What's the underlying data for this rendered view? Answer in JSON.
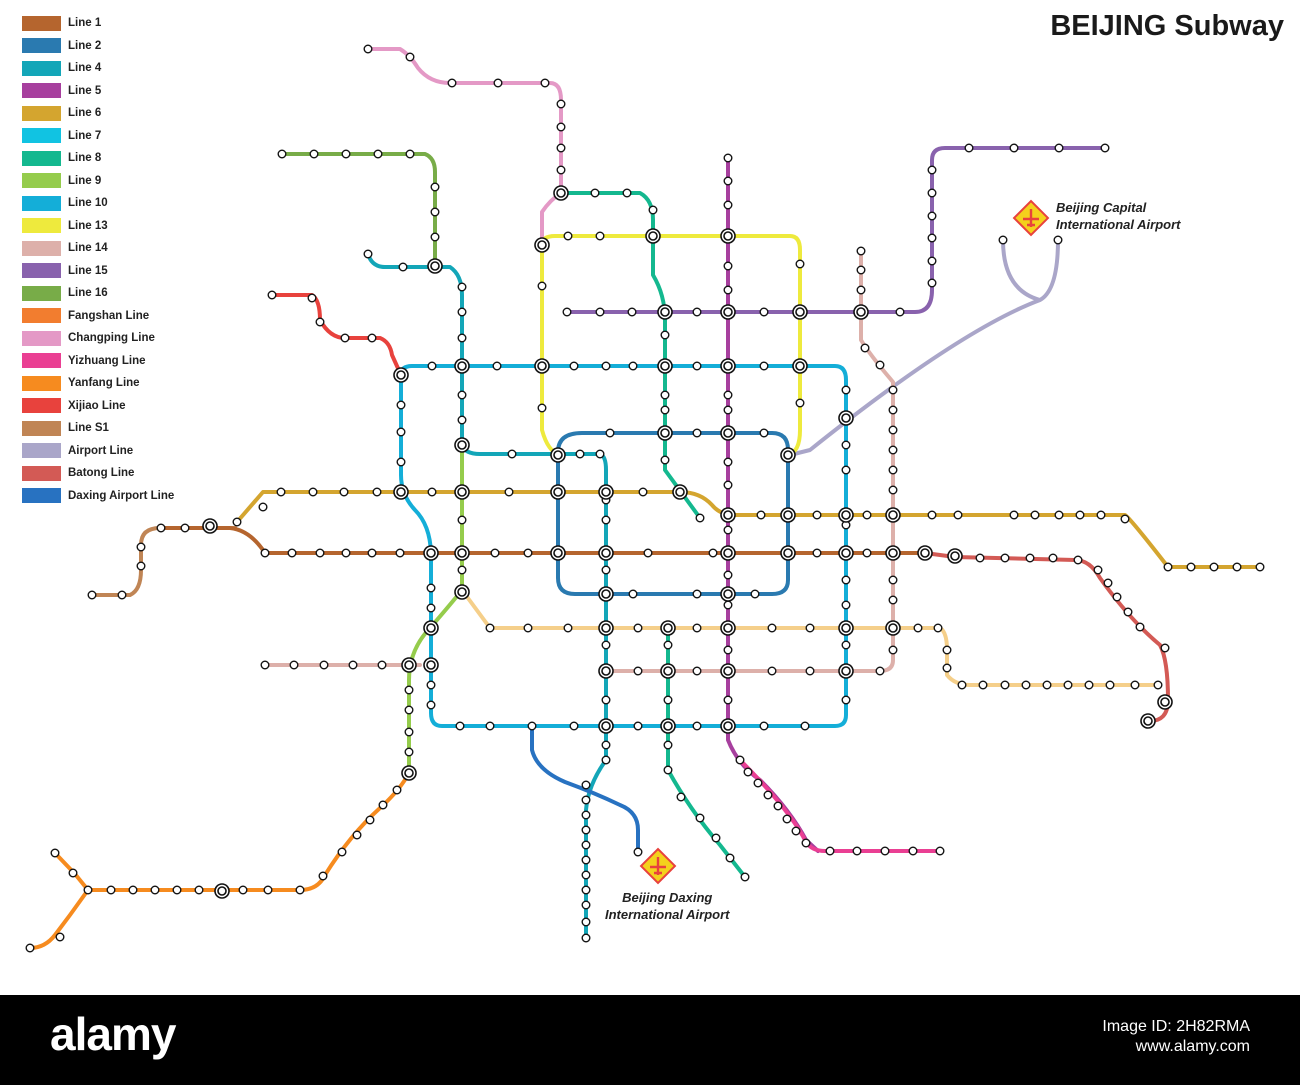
{
  "title": "BEIJING Subway",
  "legend": [
    {
      "label": "Line 1",
      "color": "#b5652e"
    },
    {
      "label": "Line 2",
      "color": "#2a7ab0"
    },
    {
      "label": "Line 4",
      "color": "#13a6b8"
    },
    {
      "label": "Line 5",
      "color": "#a73f9e"
    },
    {
      "label": "Line 6",
      "color": "#d4a52f"
    },
    {
      "label": "Line 7",
      "color": "#11c3e2"
    },
    {
      "label": "Line 8",
      "color": "#14b88f"
    },
    {
      "label": "Line 9",
      "color": "#95cc4c"
    },
    {
      "label": "Line 10",
      "color": "#14aed8"
    },
    {
      "label": "Line 13",
      "color": "#eeea3d"
    },
    {
      "label": "Line 14",
      "color": "#ddb0aa"
    },
    {
      "label": "Line 15",
      "color": "#8962ad"
    },
    {
      "label": "Line 16",
      "color": "#78ac48"
    },
    {
      "label": "Fangshan Line",
      "color": "#f27d2f"
    },
    {
      "label": "Changping Line",
      "color": "#e499c6"
    },
    {
      "label": "Yizhuang Line",
      "color": "#ea3f93"
    },
    {
      "label": "Yanfang Line",
      "color": "#f68b1f"
    },
    {
      "label": "Xijiao Line",
      "color": "#e8423d"
    },
    {
      "label": "Line S1",
      "color": "#c08555"
    },
    {
      "label": "Airport Line",
      "color": "#aaa6c9"
    },
    {
      "label": "Batong Line",
      "color": "#d35a55"
    },
    {
      "label": "Daxing Airport Line",
      "color": "#2872c1"
    }
  ],
  "airports": {
    "capital": {
      "line1": "Beijing Capital",
      "line2": "International Airport"
    },
    "daxing": {
      "line1": "Beijing Daxing",
      "line2": "International Airport"
    }
  },
  "footer": {
    "brand": "alamy",
    "image_id_1": "Image ID: 2H82RMA",
    "image_id_2": "www.alamy.com"
  },
  "icons": [
    "airport-icon"
  ]
}
